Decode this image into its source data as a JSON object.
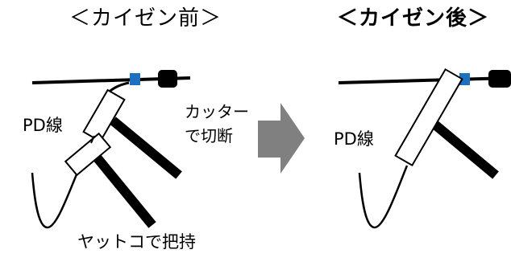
{
  "before": {
    "title": "＜カイゼン前＞",
    "wire_label": "PD線",
    "tool_label": "ヤットコで把持"
  },
  "process": {
    "label": "カッター\nで切断"
  },
  "after": {
    "title": "＜カイゼン後＞",
    "wire_label": "PD線"
  },
  "colors": {
    "line": "#000000",
    "clip": "#1f6fbf",
    "arrow": "#808080",
    "tube_fill": "#ffffff"
  }
}
